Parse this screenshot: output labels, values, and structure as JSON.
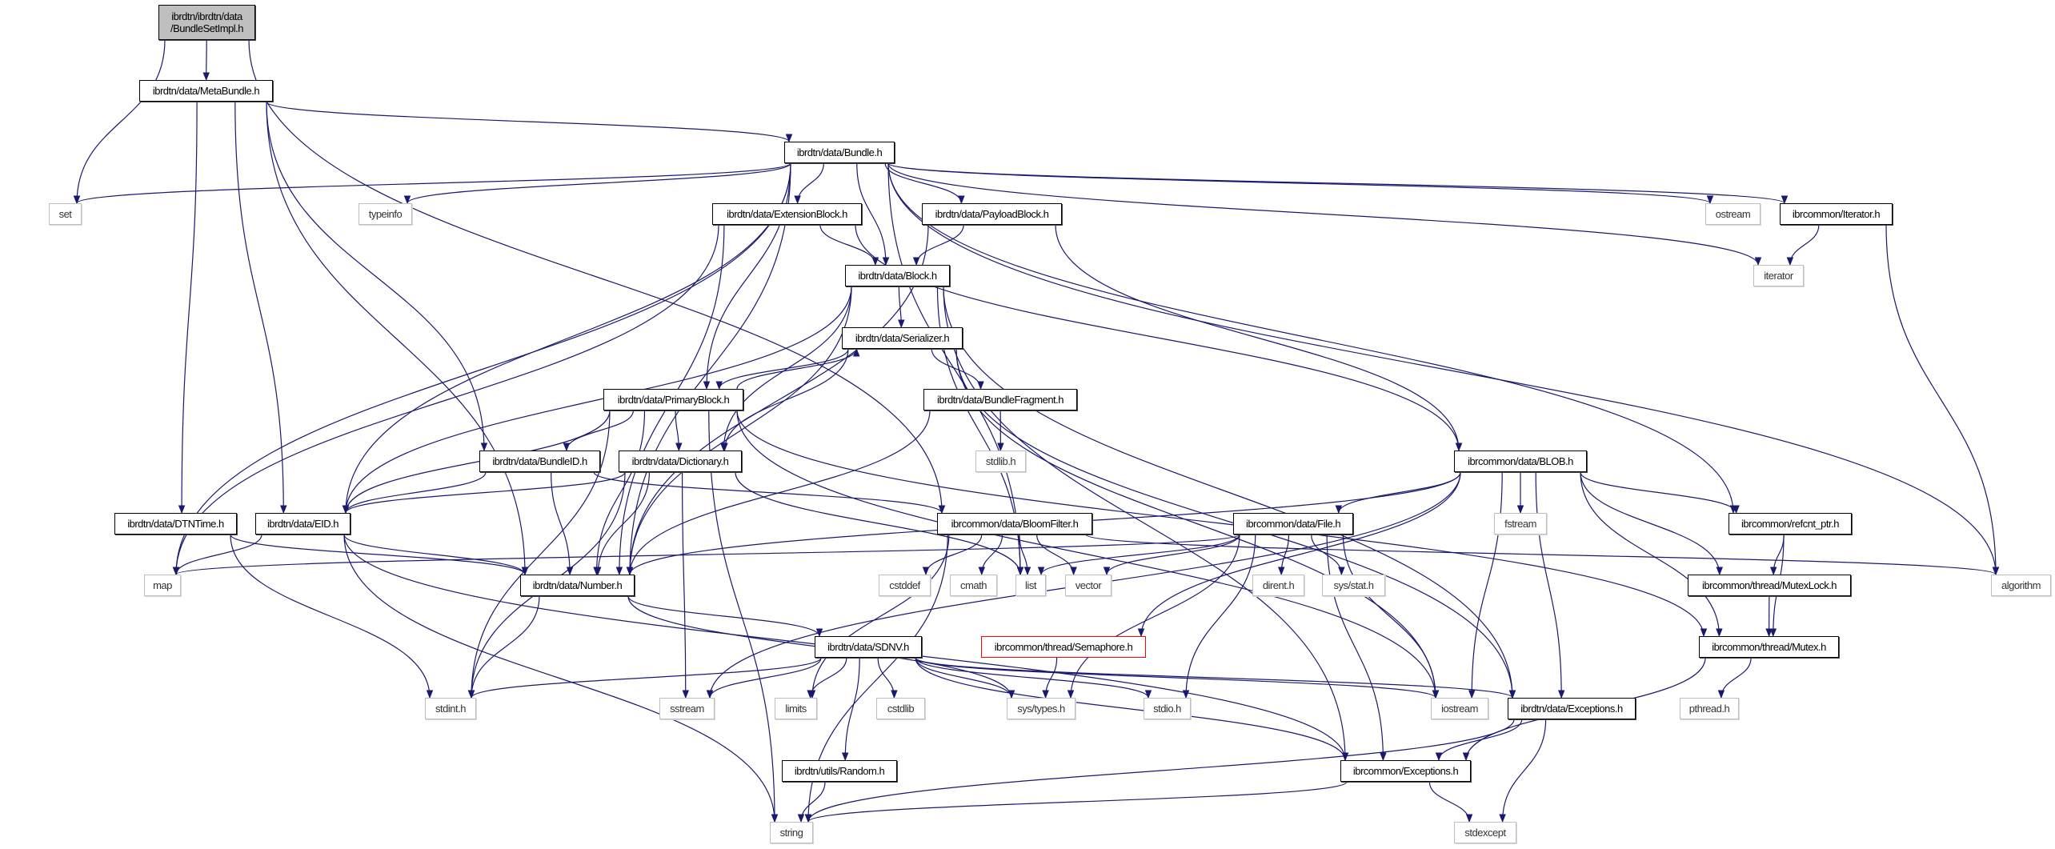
{
  "colors": {
    "edge": "#191970",
    "root_fill": "#bfbfbf",
    "missing_border": "#ff0000",
    "system_border": "#bfbfbf"
  },
  "nodes": [
    {
      "id": "root",
      "label": "ibrdtn/ibrdtn/data\n/BundleSetImpl.h",
      "kind": "root"
    },
    {
      "id": "metabundle",
      "label": "ibrdtn/data/MetaBundle.h",
      "kind": "project"
    },
    {
      "id": "bundle",
      "label": "ibrdtn/data/Bundle.h",
      "kind": "project"
    },
    {
      "id": "set",
      "label": "set",
      "kind": "system"
    },
    {
      "id": "typeinfo",
      "label": "typeinfo",
      "kind": "system"
    },
    {
      "id": "extblock",
      "label": "ibrdtn/data/ExtensionBlock.h",
      "kind": "project"
    },
    {
      "id": "payload",
      "label": "ibrdtn/data/PayloadBlock.h",
      "kind": "project"
    },
    {
      "id": "ostream",
      "label": "ostream",
      "kind": "system"
    },
    {
      "id": "iteratorh",
      "label": "ibrcommon/Iterator.h",
      "kind": "project"
    },
    {
      "id": "block",
      "label": "ibrdtn/data/Block.h",
      "kind": "project"
    },
    {
      "id": "iterator",
      "label": "iterator",
      "kind": "system"
    },
    {
      "id": "serializer",
      "label": "ibrdtn/data/Serializer.h",
      "kind": "project"
    },
    {
      "id": "primary",
      "label": "ibrdtn/data/PrimaryBlock.h",
      "kind": "project"
    },
    {
      "id": "fragment",
      "label": "ibrdtn/data/BundleFragment.h",
      "kind": "project"
    },
    {
      "id": "bundleid",
      "label": "ibrdtn/data/BundleID.h",
      "kind": "project"
    },
    {
      "id": "dictionary",
      "label": "ibrdtn/data/Dictionary.h",
      "kind": "project"
    },
    {
      "id": "stdlib",
      "label": "stdlib.h",
      "kind": "system"
    },
    {
      "id": "blob",
      "label": "ibrcommon/data/BLOB.h",
      "kind": "project"
    },
    {
      "id": "dtntime",
      "label": "ibrdtn/data/DTNTime.h",
      "kind": "project"
    },
    {
      "id": "eid",
      "label": "ibrdtn/data/EID.h",
      "kind": "project"
    },
    {
      "id": "bloom",
      "label": "ibrcommon/data/BloomFilter.h",
      "kind": "project"
    },
    {
      "id": "file",
      "label": "ibrcommon/data/File.h",
      "kind": "project"
    },
    {
      "id": "fstream",
      "label": "fstream",
      "kind": "system"
    },
    {
      "id": "refcnt",
      "label": "ibrcommon/refcnt_ptr.h",
      "kind": "project"
    },
    {
      "id": "map",
      "label": "map",
      "kind": "system"
    },
    {
      "id": "number",
      "label": "ibrdtn/data/Number.h",
      "kind": "project"
    },
    {
      "id": "cstddef",
      "label": "cstddef",
      "kind": "system"
    },
    {
      "id": "cmath",
      "label": "cmath",
      "kind": "system"
    },
    {
      "id": "list",
      "label": "list",
      "kind": "system"
    },
    {
      "id": "vector",
      "label": "vector",
      "kind": "system"
    },
    {
      "id": "dirent",
      "label": "dirent.h",
      "kind": "system"
    },
    {
      "id": "sysstat",
      "label": "sys/stat.h",
      "kind": "system"
    },
    {
      "id": "mutexlock",
      "label": "ibrcommon/thread/MutexLock.h",
      "kind": "project"
    },
    {
      "id": "algorithm",
      "label": "algorithm",
      "kind": "system"
    },
    {
      "id": "sdnv",
      "label": "ibrdtn/data/SDNV.h",
      "kind": "project"
    },
    {
      "id": "semaphore",
      "label": "ibrcommon/thread/Semaphore.h",
      "kind": "missing"
    },
    {
      "id": "mutex",
      "label": "ibrcommon/thread/Mutex.h",
      "kind": "project"
    },
    {
      "id": "stdint",
      "label": "stdint.h",
      "kind": "system"
    },
    {
      "id": "sstream",
      "label": "sstream",
      "kind": "system"
    },
    {
      "id": "limits",
      "label": "limits",
      "kind": "system"
    },
    {
      "id": "cstdlib",
      "label": "cstdlib",
      "kind": "system"
    },
    {
      "id": "systypes",
      "label": "sys/types.h",
      "kind": "system"
    },
    {
      "id": "stdio",
      "label": "stdio.h",
      "kind": "system"
    },
    {
      "id": "iostream",
      "label": "iostream",
      "kind": "system"
    },
    {
      "id": "dtnexc",
      "label": "ibrdtn/data/Exceptions.h",
      "kind": "project"
    },
    {
      "id": "pthread",
      "label": "pthread.h",
      "kind": "system"
    },
    {
      "id": "random",
      "label": "ibrdtn/utils/Random.h",
      "kind": "project"
    },
    {
      "id": "comexc",
      "label": "ibrcommon/Exceptions.h",
      "kind": "project"
    },
    {
      "id": "string",
      "label": "string",
      "kind": "system"
    },
    {
      "id": "stdexcept",
      "label": "stdexcept",
      "kind": "system"
    }
  ],
  "edges": [
    [
      "root",
      "set"
    ],
    [
      "root",
      "metabundle"
    ],
    [
      "root",
      "bloom"
    ],
    [
      "metabundle",
      "bundle"
    ],
    [
      "metabundle",
      "eid"
    ],
    [
      "metabundle",
      "dtntime"
    ],
    [
      "metabundle",
      "number"
    ],
    [
      "metabundle",
      "bundleid"
    ],
    [
      "bundle",
      "set"
    ],
    [
      "bundle",
      "typeinfo"
    ],
    [
      "bundle",
      "extblock"
    ],
    [
      "bundle",
      "payload"
    ],
    [
      "bundle",
      "block"
    ],
    [
      "bundle",
      "map"
    ],
    [
      "bundle",
      "eid"
    ],
    [
      "bundle",
      "number"
    ],
    [
      "bundle",
      "primary"
    ],
    [
      "bundle",
      "list"
    ],
    [
      "bundle",
      "ostream"
    ],
    [
      "bundle",
      "iteratorh"
    ],
    [
      "bundle",
      "iterator"
    ],
    [
      "bundle",
      "algorithm"
    ],
    [
      "bundle",
      "refcnt"
    ],
    [
      "extblock",
      "block"
    ],
    [
      "extblock",
      "map"
    ],
    [
      "extblock",
      "number"
    ],
    [
      "extblock",
      "blob"
    ],
    [
      "payload",
      "block"
    ],
    [
      "payload",
      "number"
    ],
    [
      "payload",
      "blob"
    ],
    [
      "iteratorh",
      "iterator"
    ],
    [
      "iteratorh",
      "algorithm"
    ],
    [
      "block",
      "serializer"
    ],
    [
      "block",
      "eid"
    ],
    [
      "block",
      "number"
    ],
    [
      "block",
      "dictionary"
    ],
    [
      "block",
      "list"
    ],
    [
      "block",
      "dtnexc"
    ],
    [
      "block",
      "comexc"
    ],
    [
      "serializer",
      "primary"
    ],
    [
      "serializer",
      "fragment"
    ],
    [
      "serializer",
      "dictionary"
    ],
    [
      "serializer",
      "iostream"
    ],
    [
      "serializer",
      "dtnexc"
    ],
    [
      "primary",
      "serializer"
    ],
    [
      "primary",
      "bundleid"
    ],
    [
      "primary",
      "dictionary"
    ],
    [
      "primary",
      "eid"
    ],
    [
      "primary",
      "number"
    ],
    [
      "primary",
      "stdint"
    ],
    [
      "primary",
      "string"
    ],
    [
      "primary",
      "mutex"
    ],
    [
      "primary",
      "iostream"
    ],
    [
      "fragment",
      "stdlib"
    ],
    [
      "fragment",
      "number"
    ],
    [
      "bundleid",
      "eid"
    ],
    [
      "bundleid",
      "number"
    ],
    [
      "bundleid",
      "bloom"
    ],
    [
      "dictionary",
      "eid"
    ],
    [
      "dictionary",
      "number"
    ],
    [
      "dictionary",
      "stdint"
    ],
    [
      "dictionary",
      "sstream"
    ],
    [
      "dictionary",
      "list"
    ],
    [
      "blob",
      "file"
    ],
    [
      "blob",
      "fstream"
    ],
    [
      "blob",
      "refcnt"
    ],
    [
      "blob",
      "mutexlock"
    ],
    [
      "blob",
      "mutex"
    ],
    [
      "blob",
      "iostream"
    ],
    [
      "blob",
      "dtnexc"
    ],
    [
      "blob",
      "semaphore"
    ],
    [
      "blob",
      "sstream"
    ],
    [
      "blob",
      "number"
    ],
    [
      "dtntime",
      "number"
    ],
    [
      "dtntime",
      "stdint"
    ],
    [
      "eid",
      "map"
    ],
    [
      "eid",
      "number"
    ],
    [
      "eid",
      "string"
    ],
    [
      "eid",
      "comexc"
    ],
    [
      "bloom",
      "list"
    ],
    [
      "bloom",
      "vector"
    ],
    [
      "bloom",
      "cstddef"
    ],
    [
      "bloom",
      "cmath"
    ],
    [
      "bloom",
      "limits"
    ],
    [
      "bloom",
      "string"
    ],
    [
      "bloom",
      "algorithm"
    ],
    [
      "file",
      "map"
    ],
    [
      "file",
      "list"
    ],
    [
      "file",
      "vector"
    ],
    [
      "file",
      "dirent"
    ],
    [
      "file",
      "sysstat"
    ],
    [
      "file",
      "systypes"
    ],
    [
      "file",
      "stdio"
    ],
    [
      "file",
      "iostream"
    ],
    [
      "file",
      "comexc"
    ],
    [
      "refcnt",
      "mutexlock"
    ],
    [
      "refcnt",
      "mutex"
    ],
    [
      "mutexlock",
      "mutex"
    ],
    [
      "number",
      "sdnv"
    ],
    [
      "number",
      "stdint"
    ],
    [
      "number",
      "systypes"
    ],
    [
      "sdnv",
      "stdint"
    ],
    [
      "sdnv",
      "sstream"
    ],
    [
      "sdnv",
      "limits"
    ],
    [
      "sdnv",
      "cstdlib"
    ],
    [
      "sdnv",
      "systypes"
    ],
    [
      "sdnv",
      "stdio"
    ],
    [
      "sdnv",
      "iostream"
    ],
    [
      "sdnv",
      "dtnexc"
    ],
    [
      "sdnv",
      "random"
    ],
    [
      "sdnv",
      "comexc"
    ],
    [
      "semaphore",
      "systypes"
    ],
    [
      "mutex",
      "pthread"
    ],
    [
      "mutex",
      "comexc"
    ],
    [
      "dtnexc",
      "comexc"
    ],
    [
      "dtnexc",
      "stdexcept"
    ],
    [
      "dtnexc",
      "string"
    ],
    [
      "comexc",
      "stdexcept"
    ],
    [
      "comexc",
      "string"
    ],
    [
      "random",
      "string"
    ]
  ]
}
